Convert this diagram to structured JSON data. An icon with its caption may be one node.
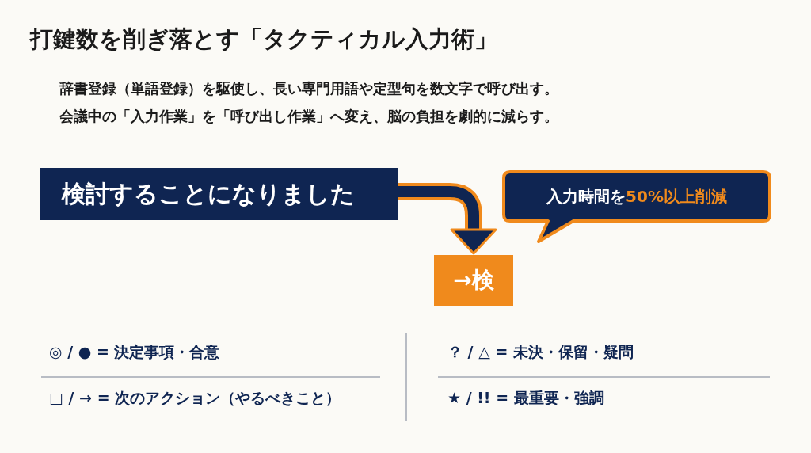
{
  "diagram": {
    "title": "打鍵数を削ぎ落とす「タクティカル入力術」",
    "nodes": [
      {
        "text": [
          "検討することになりました"
        ]
      },
      {
        "text": [
          "→検"
        ]
      },
      {
        "text": [
          "入力時間を**50%以上削減**"
        ]
      }
    ],
    "edges": [
      {
        "from": 0,
        "to": 1,
        "arrow": "to"
      }
    ],
    "labels": [
      "辞書登録（単語登録）を駆使し、長い専門用語や定型句を数文字で呼び出す。",
      "会議中の「入力作業」を「呼び出し作業」へ変え、脳の負担を劇的に減らす。",
      "◎ / ● = 決定事項・合意",
      "？ / △ = 未決・保留・疑問",
      "□ / → = 次のアクション（やるべきこと）",
      "★ / !! = 最重要・強調"
    ]
  }
}
